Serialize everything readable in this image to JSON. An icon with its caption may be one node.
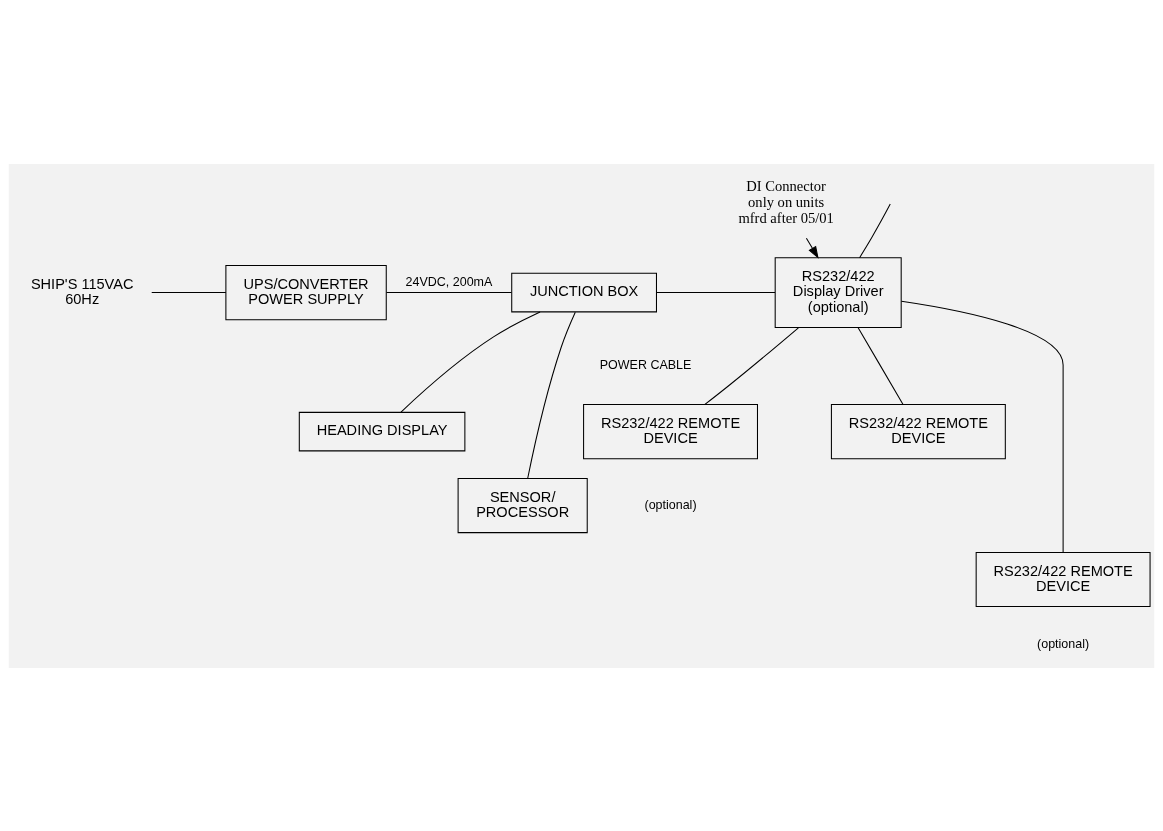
{
  "diagram": {
    "nodes": [
      {
        "text": [
          "UPS/CONVERTER POWER SUPPLY"
        ]
      },
      {
        "text": [
          "JUNCTION BOX"
        ]
      },
      {
        "text": [
          "RS232/422 Display Driver (optional)"
        ]
      },
      {
        "text": [
          "HEADING DISPLAY"
        ]
      },
      {
        "text": [
          "SENSOR/ PROCESSOR"
        ]
      },
      {
        "text": [
          "RS232/422 REMOTE DEVICE"
        ]
      },
      {
        "text": [
          "RS232/422 REMOTE DEVICE"
        ]
      },
      {
        "text": [
          "RS232/422 REMOTE DEVICE"
        ]
      },
      {
        "text": [
          "SHIP'S 115VAC 60Hz"
        ]
      },
      {
        "text": [
          "DI Connector only on units mfrd after 05/01"
        ]
      }
    ],
    "edges": [
      {
        "from": 8,
        "to": 0,
        "arrow": "none"
      },
      {
        "from": 0,
        "to": 1,
        "arrow": "none",
        "label": "24VDC, 200mA"
      },
      {
        "from": null,
        "to": 2,
        "arrow": "none"
      },
      {
        "from": 9,
        "to": 2,
        "arrow": "to"
      },
      {
        "from": 1,
        "to": 2,
        "arrow": "none"
      },
      {
        "from": 1,
        "to": 3,
        "arrow": "none"
      },
      {
        "from": 1,
        "to": 4,
        "arrow": "none"
      },
      {
        "from": 2,
        "to": 7,
        "arrow": "none"
      },
      {
        "from": 2,
        "to": 5,
        "arrow": "none"
      },
      {
        "from": 2,
        "to": 6,
        "arrow": "none"
      }
    ],
    "labels": [
      "POWER CABLE",
      "(optional)",
      "(optional)"
    ]
  }
}
